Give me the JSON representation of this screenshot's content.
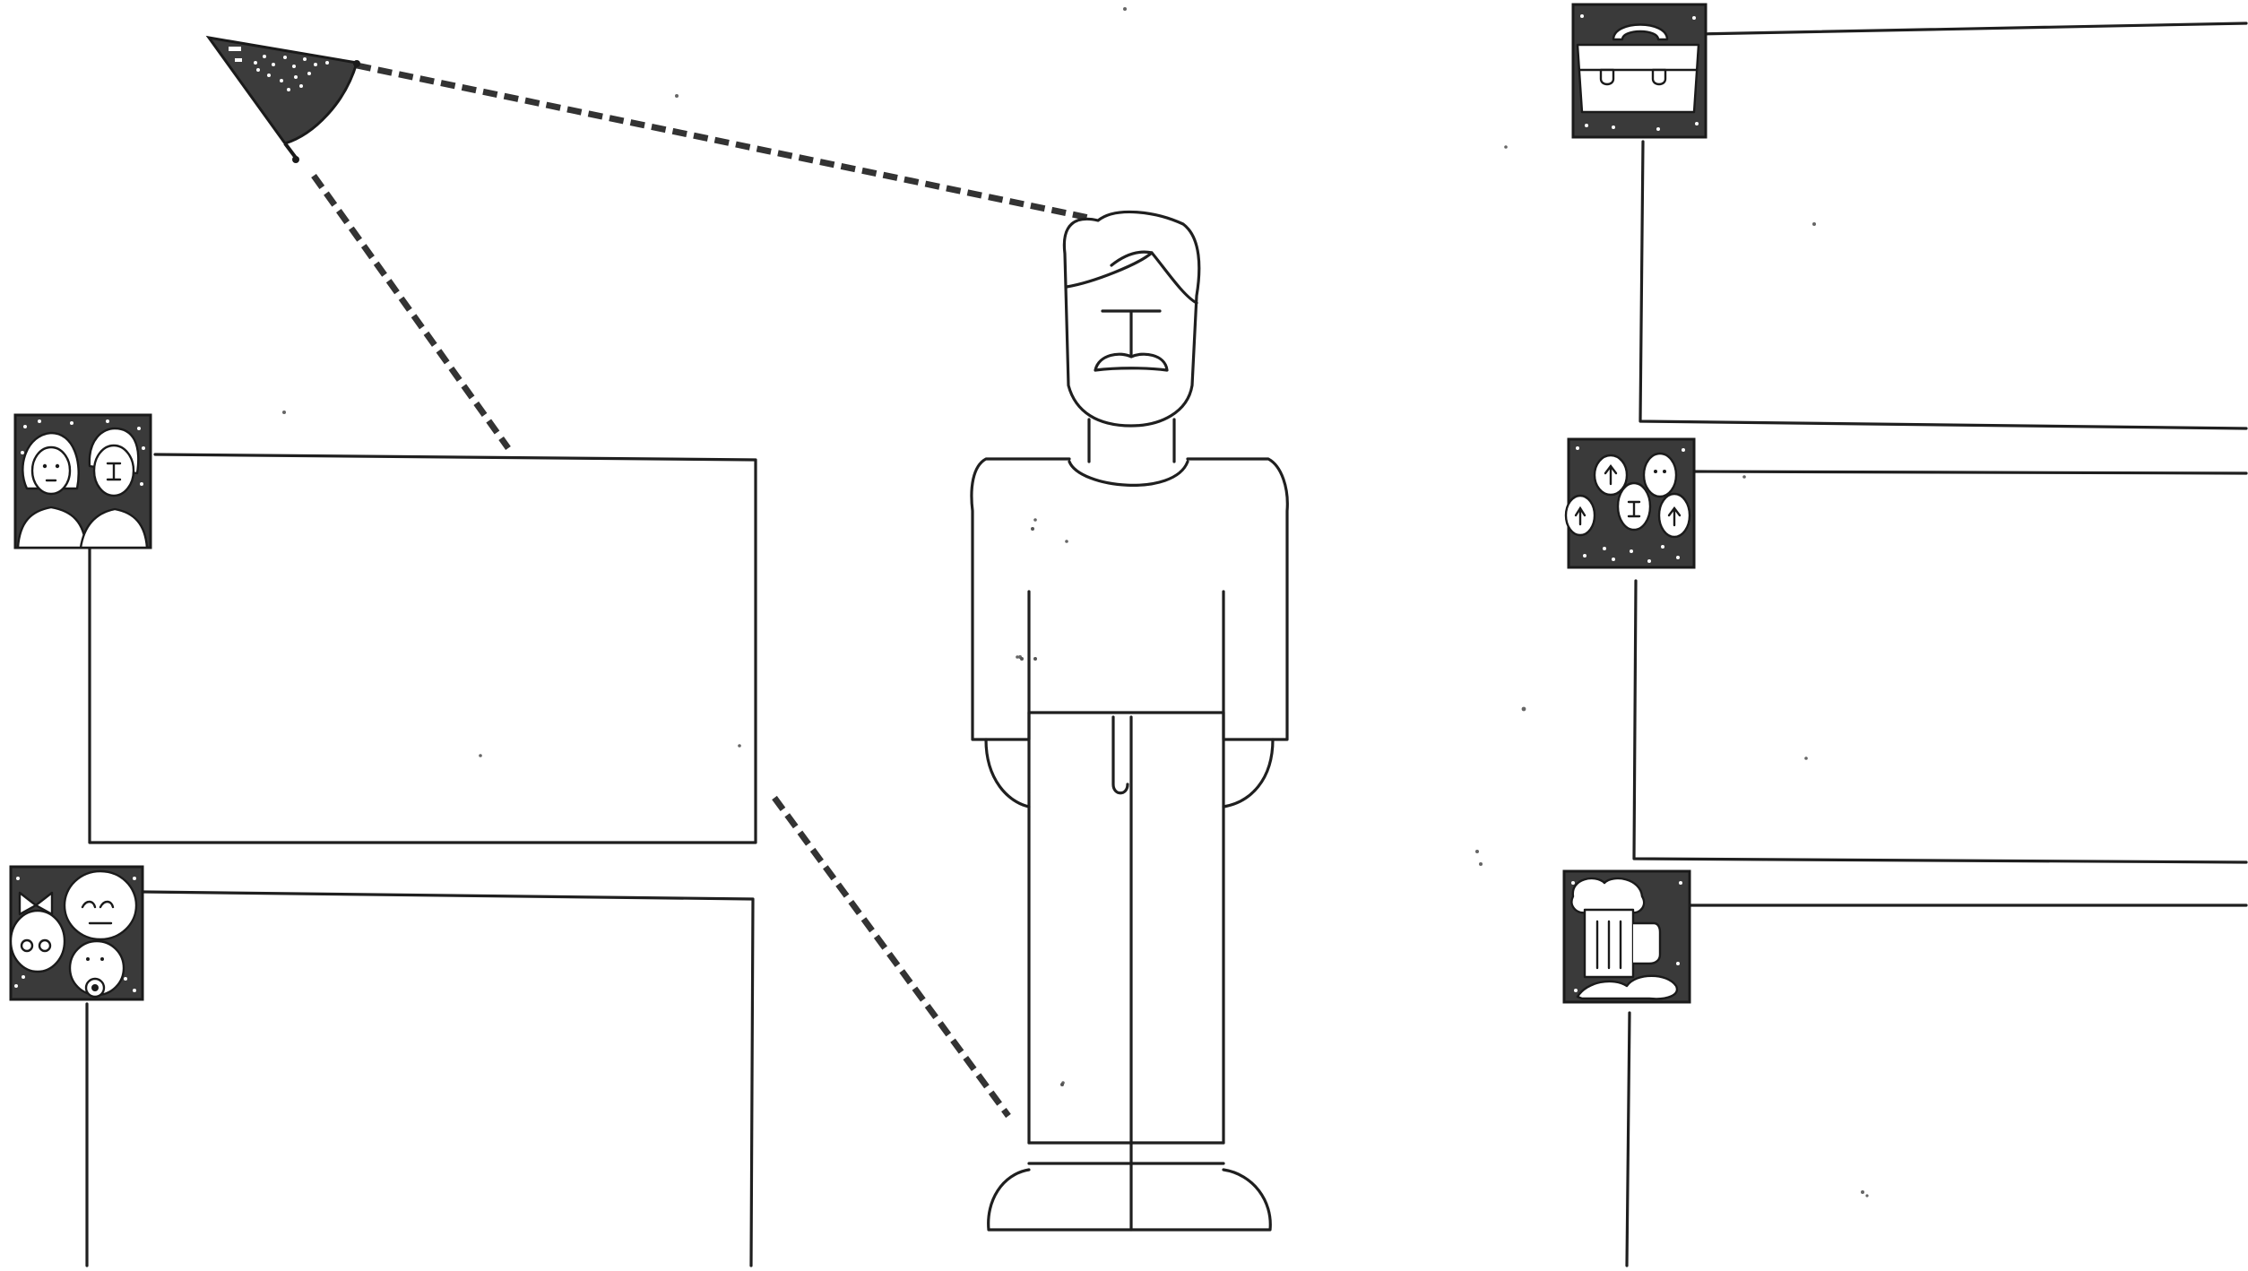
{
  "diagram": {
    "kind": "personal life map worksheet (unlabeled)",
    "central_figure": "standing-person-figure",
    "sections": [
      {
        "side": "left",
        "icon": "couple-icon"
      },
      {
        "side": "left",
        "icon": "children-family-icon"
      },
      {
        "side": "right",
        "icon": "toolbox-icon"
      },
      {
        "side": "right",
        "icon": "crowd-icon"
      },
      {
        "side": "right",
        "icon": "beer-mug-icon"
      }
    ],
    "connector_style": "dashed",
    "ink_color": "#1f1f1f",
    "icon_fill_color": "#3a3a3a",
    "paper_color": "#ffffff"
  }
}
